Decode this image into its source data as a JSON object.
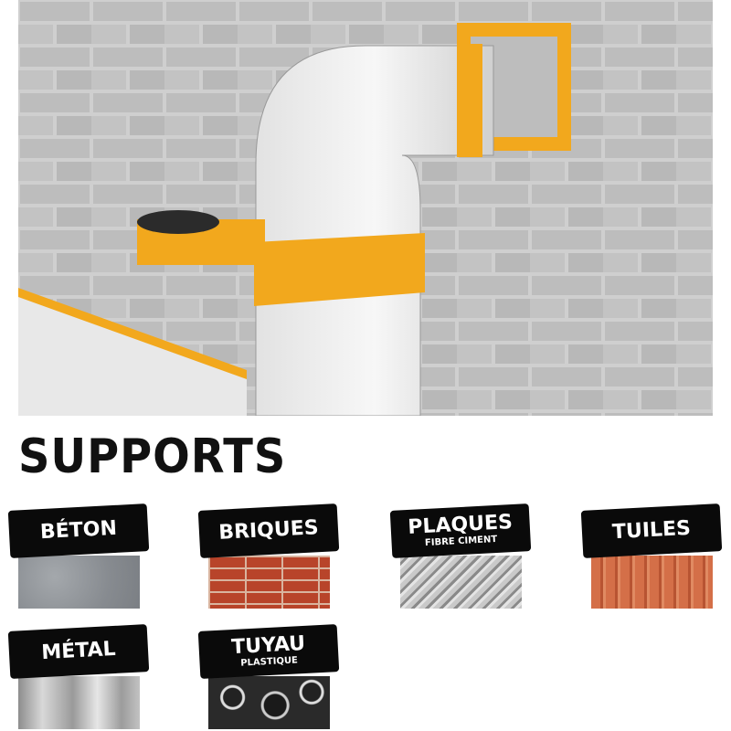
{
  "title": "SUPPORTS",
  "colors": {
    "accent": "#f2a81d",
    "label_bg": "#0a0a0a"
  },
  "supports": [
    {
      "label": "BÉTON",
      "sub": ""
    },
    {
      "label": "BRIQUES",
      "sub": ""
    },
    {
      "label": "PLAQUES",
      "sub": "FIBRE CIMENT"
    },
    {
      "label": "TUILES",
      "sub": ""
    },
    {
      "label": "MÉTAL",
      "sub": ""
    },
    {
      "label": "TUYAU",
      "sub": "PLASTIQUE"
    }
  ]
}
